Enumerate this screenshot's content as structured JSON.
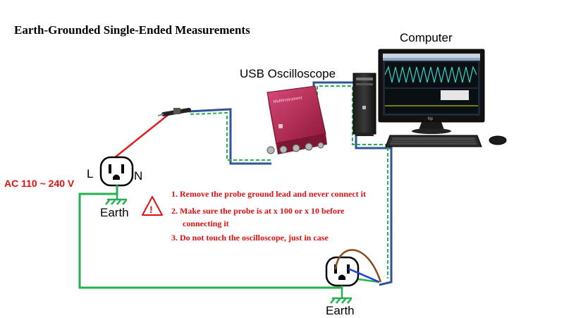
{
  "title": "Earth-Grounded Single-Ended Measurements",
  "labels": {
    "computer": "Computer",
    "oscilloscope": "USB Oscilloscope",
    "ac": "AC 110 ~ 240 V",
    "live": "L",
    "neutral": "N",
    "earth_left": "Earth",
    "earth_right": "Earth",
    "scope_brand": "MultiInstrument",
    "monitor_brand": "hp",
    "warning_glyph": "!"
  },
  "warnings": [
    {
      "line1": "1. Remove the probe ground lead and never connect it",
      "line2": ""
    },
    {
      "line1": "2. Make sure the probe is at x 100 or x 10 before",
      "line2": "connecting it"
    },
    {
      "line1": "3. Do not touch the oscilloscope, just in case",
      "line2": ""
    }
  ],
  "colors": {
    "earth_wire": "#22b14c",
    "probe_wire": "#e02020",
    "usb_cable": "#2f5597",
    "warning": "#e01010",
    "oscilloscope_body": "#b3224f",
    "trace": "#37d8c8"
  }
}
